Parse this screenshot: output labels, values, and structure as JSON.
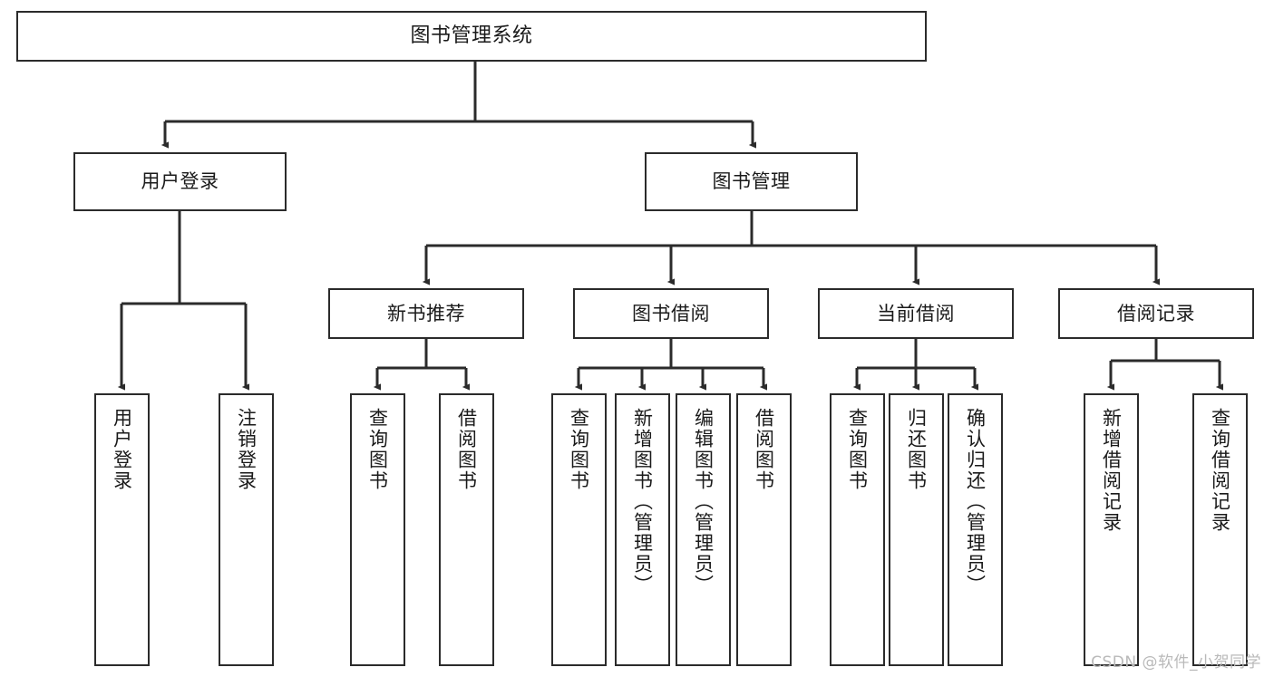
{
  "diagram": {
    "title": "图书管理系统",
    "watermark": "CSDN @软件_小贺同学",
    "stroke_color": "#2b2b2b",
    "fill_color": "#ffffff",
    "text_color": "#1a1a1a",
    "nodes": {
      "root": "图书管理系统",
      "level2": {
        "user_login": "用户登录",
        "book_management": "图书管理"
      },
      "level3": {
        "new_book_recommend": "新书推荐",
        "book_borrow": "图书借阅",
        "current_borrow": "当前借阅",
        "borrow_record": "借阅记录"
      },
      "leaves": {
        "user_login_1": "用户登录",
        "user_login_2": "注销登录",
        "new_book_1": "查询图书",
        "new_book_2": "借阅图书",
        "borrow_1": "查询图书",
        "borrow_2": "新增图书（管理员）",
        "borrow_3": "编辑图书（管理员）",
        "borrow_4": "借阅图书",
        "current_1": "查询图书",
        "current_2": "归还图书",
        "current_3": "确认归还（管理员）",
        "record_1": "新增借阅记录",
        "record_2": "查询借阅记录"
      }
    }
  }
}
